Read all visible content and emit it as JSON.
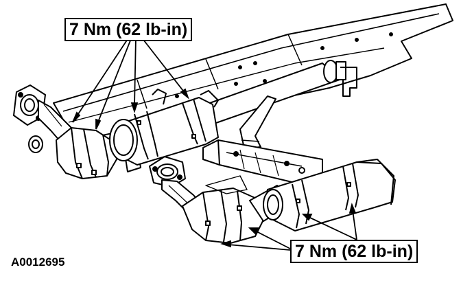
{
  "torque_label_top": "7 Nm (62 lb-in)",
  "torque_label_bottom": "7 Nm (62 lb-in)",
  "figure_id": "A0012695"
}
